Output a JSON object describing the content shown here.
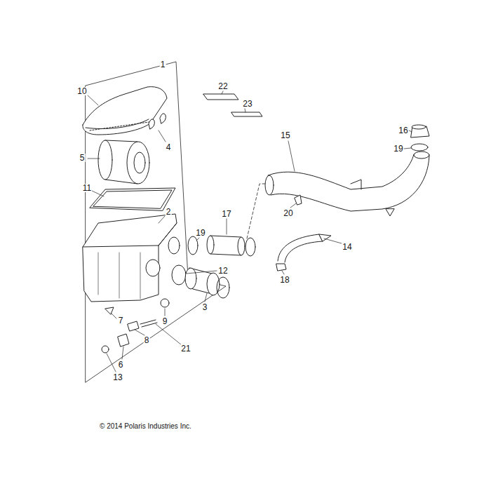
{
  "diagram": {
    "labels": [
      "1",
      "10",
      "4",
      "5",
      "11",
      "2",
      "19",
      "17",
      "12",
      "3",
      "9",
      "7",
      "8",
      "21",
      "6",
      "13",
      "22",
      "23",
      "15",
      "16",
      "19",
      "20",
      "14",
      "18",
      "© 2014 Polaris Industries Inc."
    ]
  }
}
